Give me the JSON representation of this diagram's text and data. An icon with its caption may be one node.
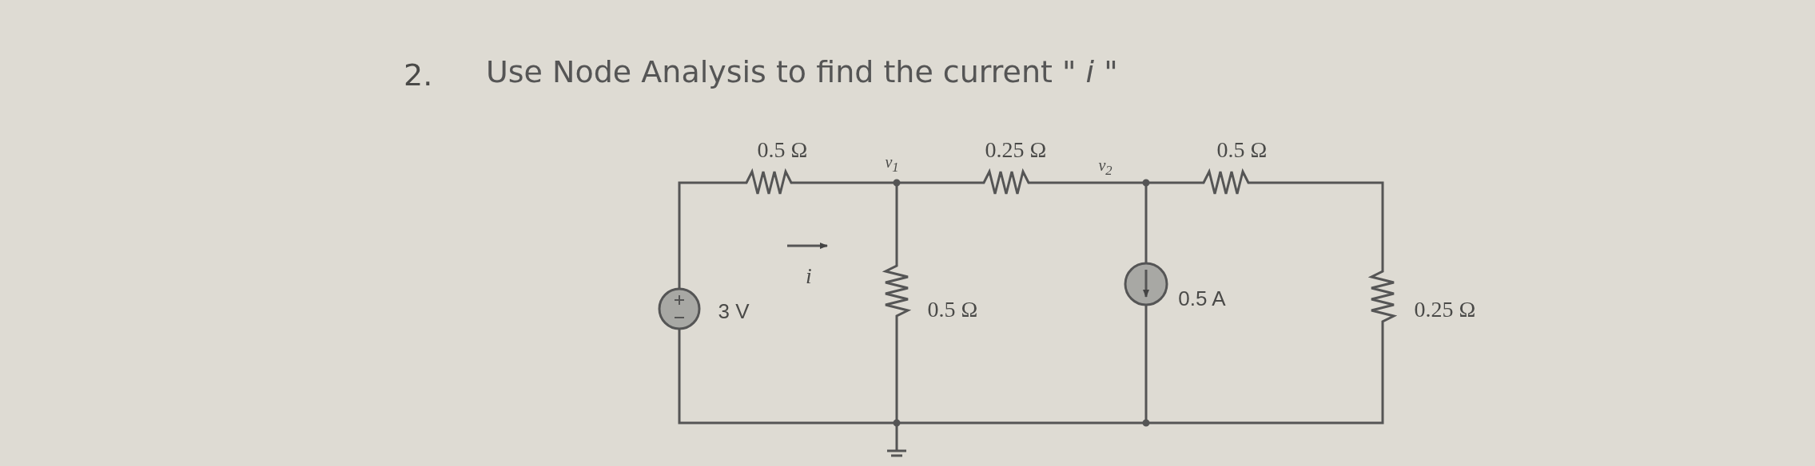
{
  "diagram": {
    "title": "Use Node Analysis to find the current \" *i* \"",
    "labels": [
      "2.",
      "0.5 Ω",
      "v$_{1}$",
      "0.25 Ω",
      "v$_{2}$",
      "0.5 Ω",
      "3 V",
      "*i*",
      "0.5 Ω",
      "0.5 A",
      "0.25 Ω"
    ]
  }
}
